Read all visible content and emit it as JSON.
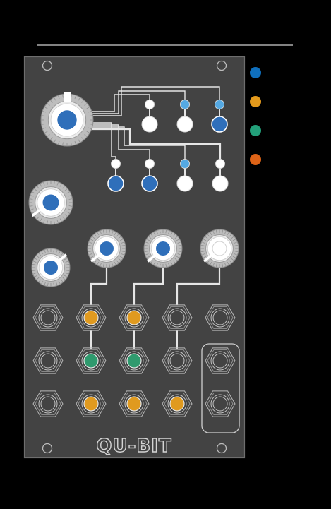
{
  "colors": {
    "background": "#000000",
    "rule": "#cfcfcf",
    "panel": "#434343",
    "panel_border": "#6a6a6a",
    "trace": "#e6e6e6",
    "blue": "#2f6fba",
    "light_blue": "#55a9e3",
    "orange": "#e09a1f",
    "green": "#2f9a6e",
    "red_orange": "#d8661b"
  },
  "panel": {
    "brand_logo": "QU-BIT"
  },
  "legend": {
    "swatches": [
      {
        "name": "legend-swatch-blue",
        "color": "#0f6fbd"
      },
      {
        "name": "legend-swatch-orange",
        "color": "#e49a1c"
      },
      {
        "name": "legend-swatch-green",
        "color": "#23a07a"
      },
      {
        "name": "legend-swatch-red-orange",
        "color": "#dd6317"
      }
    ]
  },
  "buttons": {
    "row1": [
      "white",
      "light_blue",
      "light_blue"
    ],
    "row1_caps": [
      "white",
      "white",
      "blue"
    ],
    "row2": [
      "white",
      "white",
      "light_blue",
      "white"
    ],
    "row2_caps": [
      "blue",
      "blue",
      "white",
      "white"
    ]
  },
  "knobs": {
    "main": "blue",
    "mid_left": "blue",
    "low_left": "blue",
    "row": [
      "blue",
      "blue",
      "white"
    ]
  },
  "jacks": {
    "row1": [
      "empty",
      "orange",
      "orange",
      "empty",
      "empty"
    ],
    "row2": [
      "empty",
      "green",
      "green",
      "empty",
      "empty"
    ],
    "row3": [
      "empty",
      "orange",
      "orange",
      "orange",
      "empty"
    ]
  }
}
